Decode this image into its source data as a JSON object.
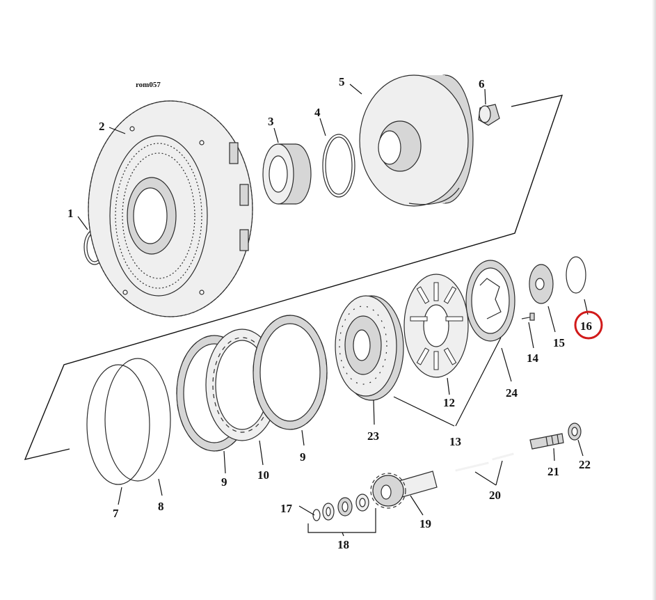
{
  "diagram": {
    "code": "rom057",
    "highlight_color": "#d11a1a",
    "highlighted_part": "16",
    "callouts": [
      "1",
      "2",
      "3",
      "4",
      "5",
      "6",
      "7",
      "8",
      "9",
      "9",
      "10",
      "12",
      "13",
      "14",
      "15",
      "16",
      "17",
      "18",
      "19",
      "20",
      "21",
      "22",
      "23",
      "24"
    ]
  }
}
